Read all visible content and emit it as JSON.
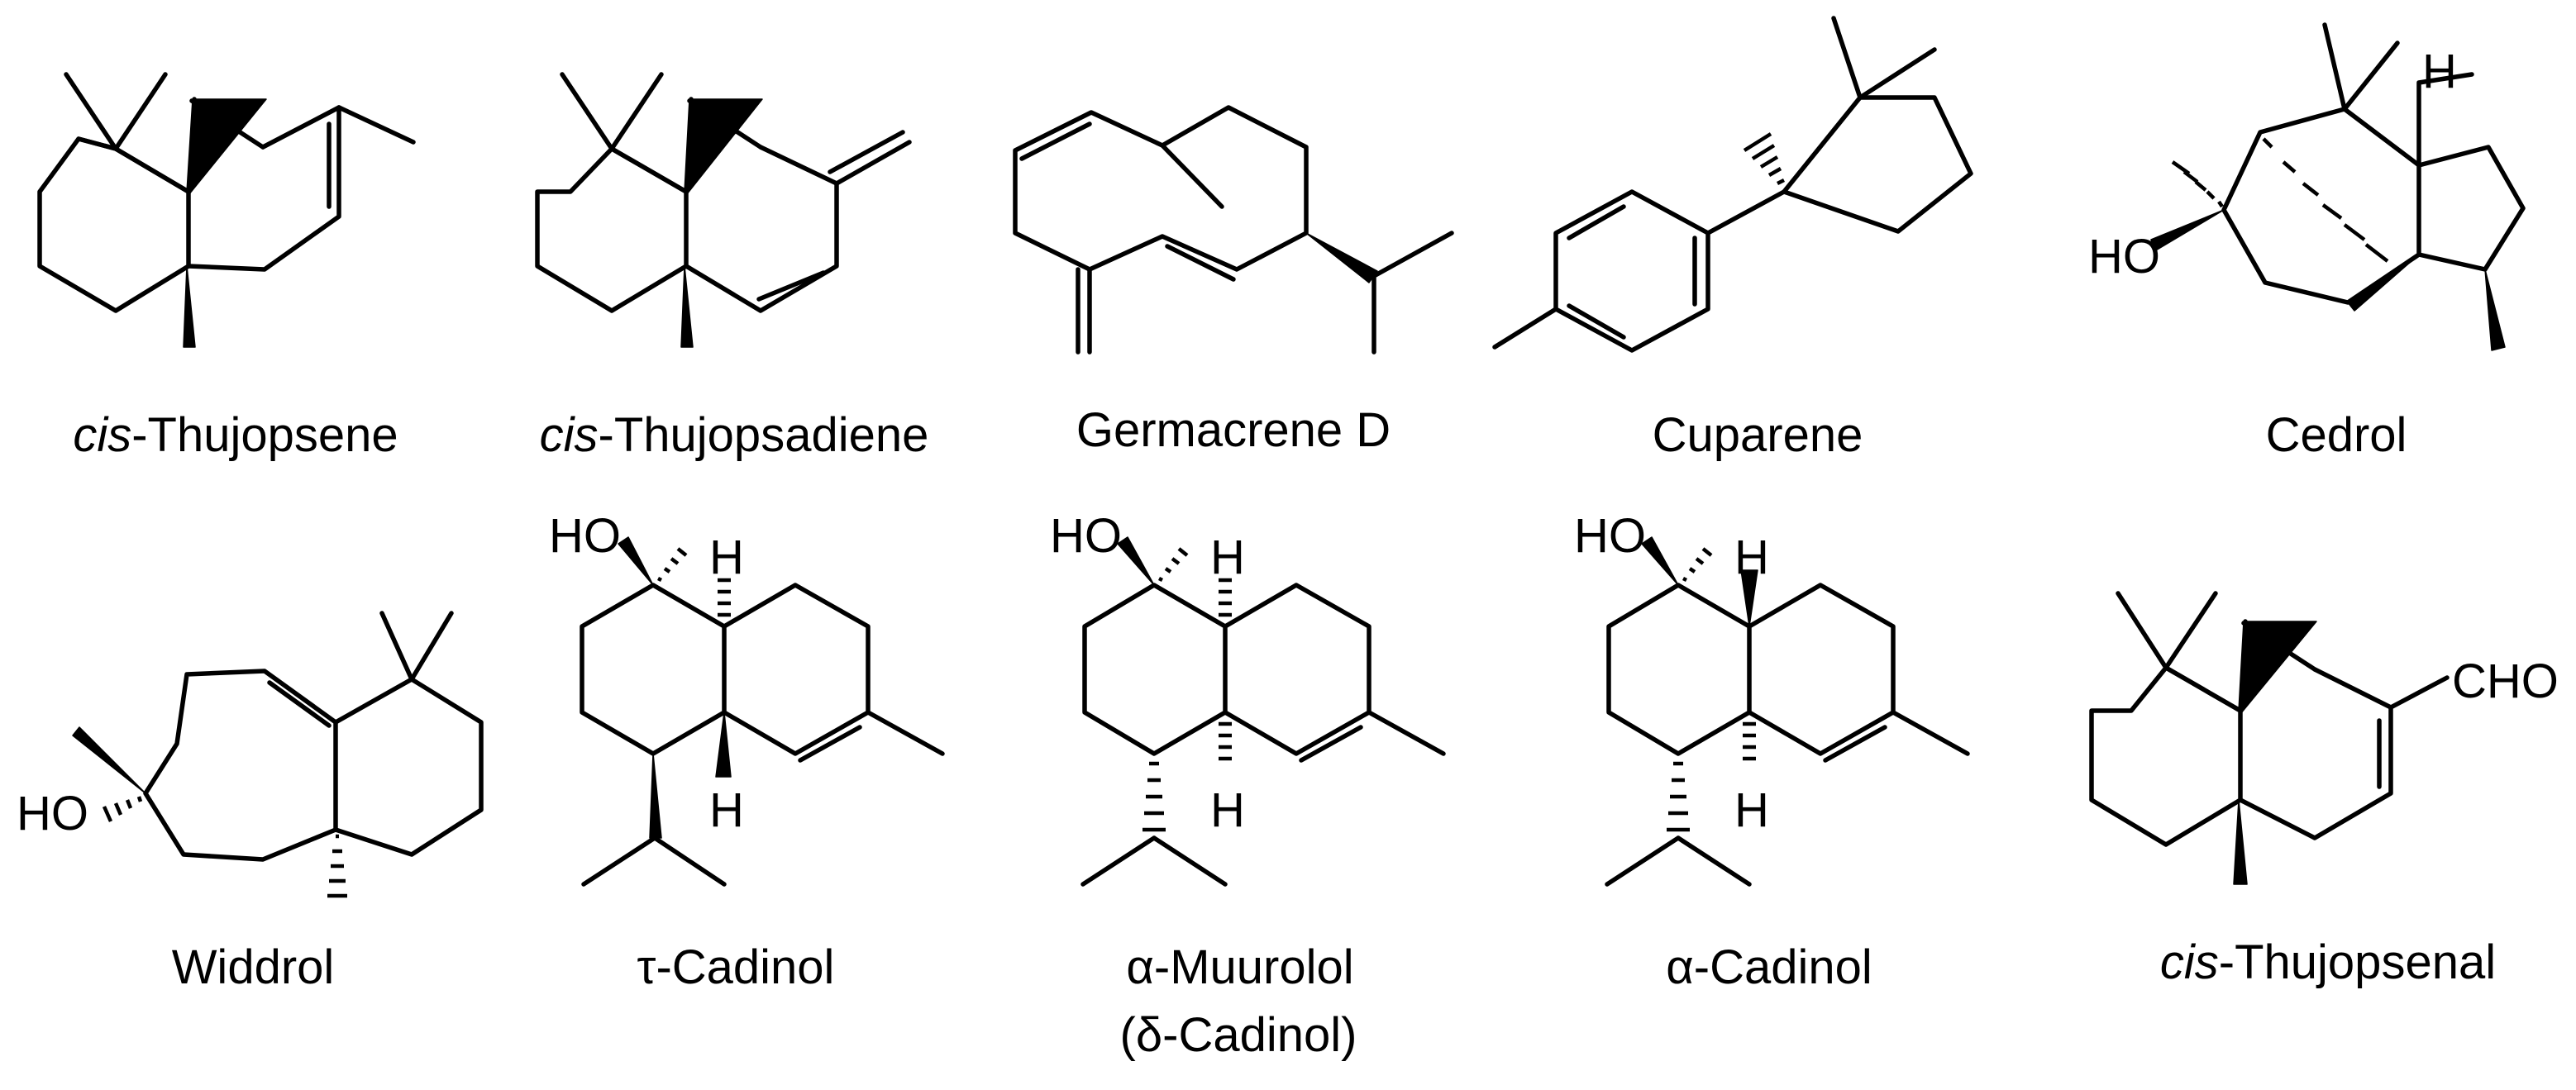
{
  "figure": {
    "molecules": [
      {
        "id": "cis-thujopsene",
        "caption": {
          "prefix": "cis",
          "suffix": "-Thujopsene"
        },
        "atoms": []
      },
      {
        "id": "cis-thujopsadiene",
        "caption": {
          "prefix": "cis",
          "suffix": "-Thujopsadiene"
        },
        "atoms": []
      },
      {
        "id": "germacrene-d",
        "caption": {
          "prefix": "",
          "suffix": "Germacrene D"
        },
        "atoms": []
      },
      {
        "id": "cuparene",
        "caption": {
          "prefix": "",
          "suffix": "Cuparene"
        },
        "atoms": []
      },
      {
        "id": "cedrol",
        "caption": {
          "prefix": "",
          "suffix": "Cedrol"
        },
        "atoms": [
          "HO",
          "H"
        ]
      },
      {
        "id": "widdrol",
        "caption": {
          "prefix": "",
          "suffix": "Widdrol"
        },
        "atoms": [
          "HO"
        ]
      },
      {
        "id": "tau-cadinol",
        "caption": {
          "prefix": "",
          "suffix": "τ-Cadinol"
        },
        "atoms": [
          "HO",
          "H",
          "H"
        ]
      },
      {
        "id": "alpha-muurolol",
        "caption": {
          "prefix": "",
          "suffix": "α-Muurolol",
          "line2": "(δ-Cadinol)"
        },
        "atoms": [
          "HO",
          "H",
          "H"
        ]
      },
      {
        "id": "alpha-cadinol",
        "caption": {
          "prefix": "",
          "suffix": "α-Cadinol"
        },
        "atoms": [
          "HO",
          "H",
          "H"
        ]
      },
      {
        "id": "cis-thujopsenal",
        "caption": {
          "prefix": "cis",
          "suffix": "-Thujopsenal"
        },
        "atoms": [
          "CHO"
        ]
      }
    ]
  }
}
